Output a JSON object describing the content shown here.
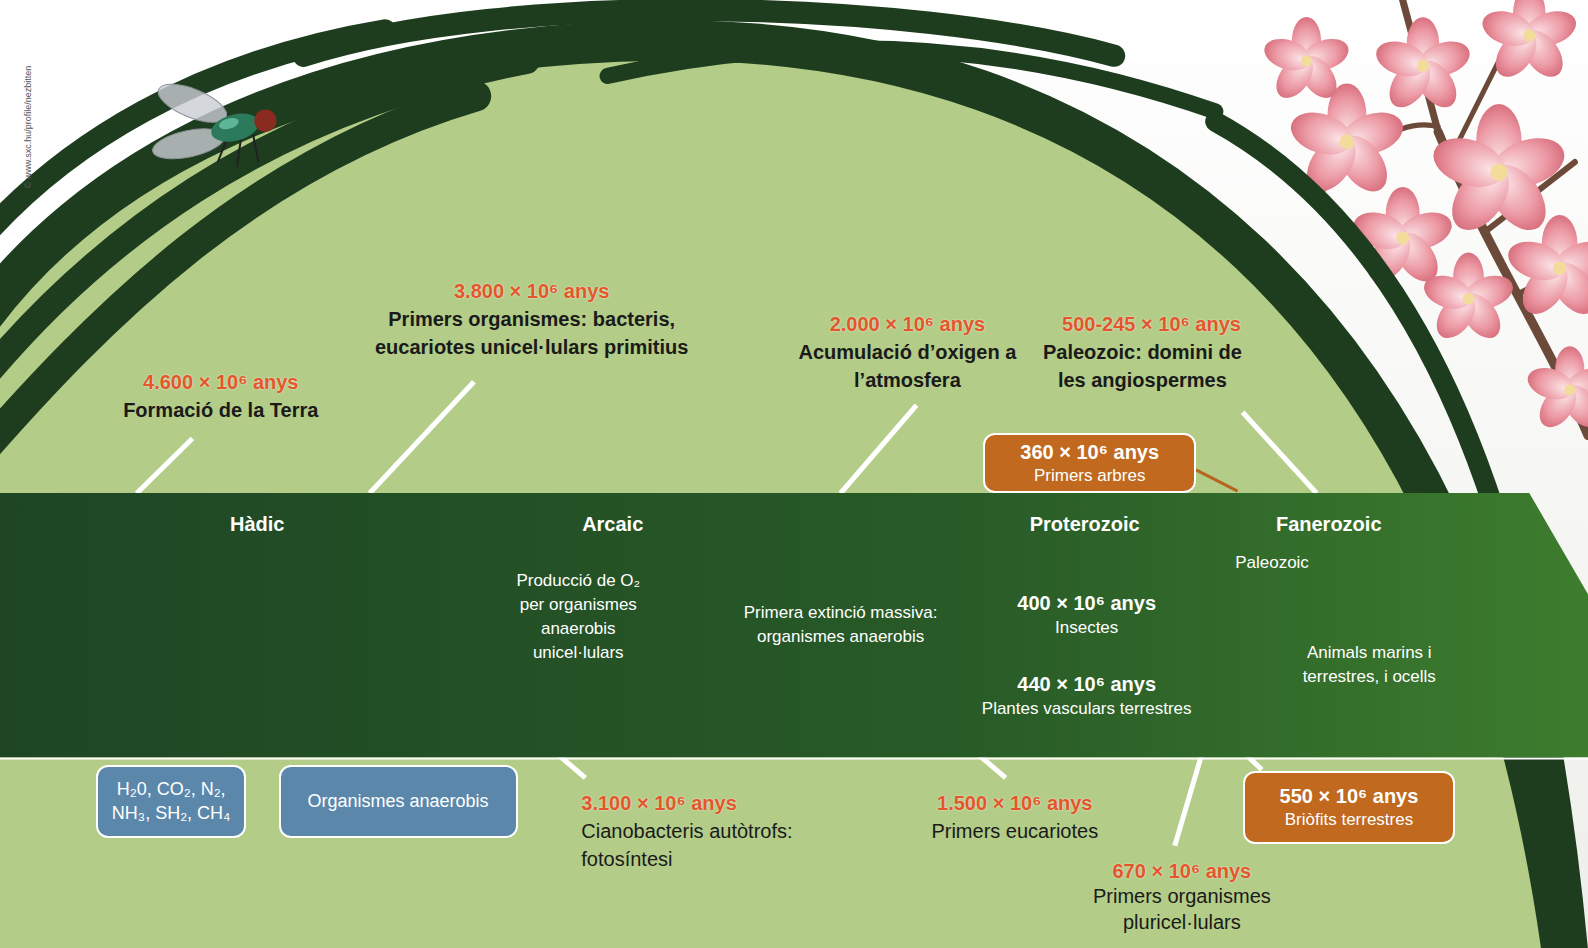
{
  "diagram": {
    "nodes": [
      {
        "text": [
          "360 × 10⁶ anys",
          "Primers arbres"
        ]
      },
      {
        "text": [
          "Hàdic",
          "Arcaic",
          "Proterozoic",
          "Fanerozoic",
          "Paleozoic",
          "Producció de O₂ per organismes anaerobis unicel·lulars",
          "Primera extinció massiva: organismes anaerobis",
          "400 × 10⁶ anys",
          "Insectes",
          "440 × 10⁶ anys",
          "Plantes vasculars terrestres",
          "Animals marins i terrestres, i ocells"
        ]
      },
      {
        "text": [
          "H₂0, CO₂, N₂, NH₃, SH₂, CH₄"
        ]
      },
      {
        "text": [
          "Organismes anaerobis"
        ]
      },
      {
        "text": [
          "550 × 10⁶ anys",
          "Briòfits terrestres"
        ]
      }
    ],
    "labels": [
      "© www.sxc.hu/profile/nezbitten",
      "3.800 × 10⁶ anys",
      "Primers organismes: bacteris, eucariotes unicel·lulars primitius",
      "2.000 × 10⁶ anys",
      "Acumulació d’oxigen a l’atmosfera",
      "500-245 × 10⁶ anys",
      "Paleozoic: domini de les angiospermes",
      "4.600 × 10⁶ anys",
      "Formació de la Terra",
      "3.100 × 10⁶ anys",
      "Cianobacteris autòtrofs: fotosíntesi",
      "1.500 × 10⁶ anys",
      "Primers eucariotes",
      "670 × 10⁶ anys",
      "Primers organismes pluricel·lulars"
    ]
  }
}
